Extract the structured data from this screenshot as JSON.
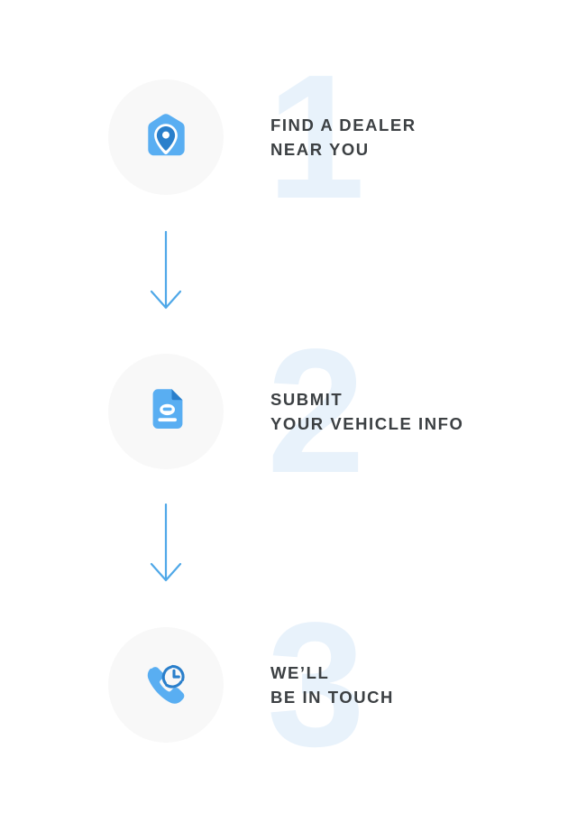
{
  "page": {
    "background": "#FFFFFF",
    "accent_blue": "#4FA8E8",
    "accent_blue_dark": "#2A7FCB",
    "number_watermark_color": "#E8F2FB",
    "disc_color": "#F8F8F8",
    "text_color": "#3C4043"
  },
  "steps": [
    {
      "number": "1",
      "icon": "home-location-pin-icon",
      "lines": [
        "FIND A DEALER",
        "NEAR YOU"
      ]
    },
    {
      "number": "2",
      "icon": "document-form-icon",
      "lines": [
        "SUBMIT",
        "YOUR VEHICLE INFO"
      ]
    },
    {
      "number": "3",
      "icon": "phone-clock-callback-icon",
      "lines": [
        "WE’LL",
        "BE IN TOUCH"
      ]
    }
  ],
  "connectors": [
    {
      "name": "arrow-down-1"
    },
    {
      "name": "arrow-down-2"
    }
  ]
}
